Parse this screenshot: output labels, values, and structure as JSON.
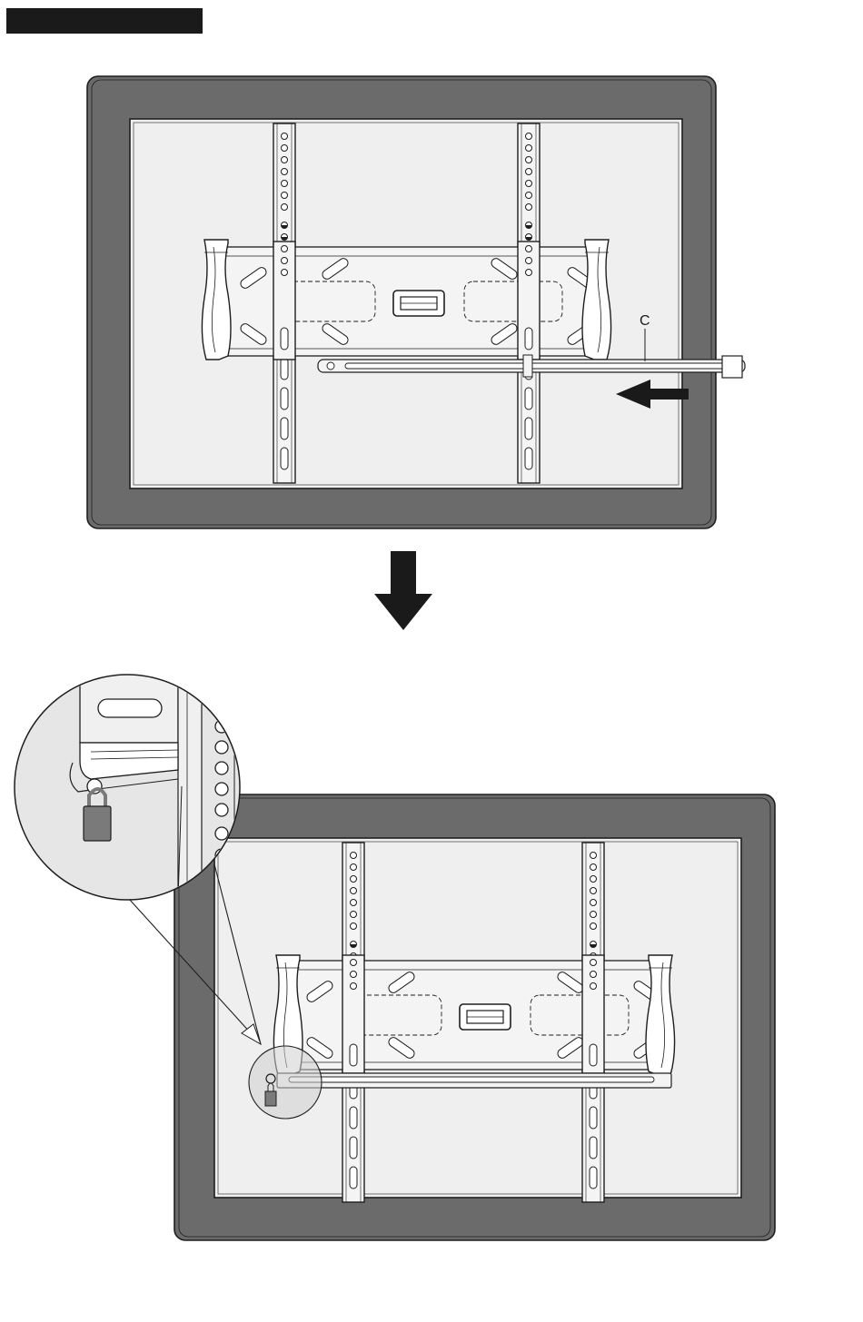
{
  "callout": {
    "part_label": "C"
  },
  "colors": {
    "frame": "#6b6b6b",
    "panel": "#efefef",
    "bracket": "#f4f4f4",
    "line": "#1e1e1e",
    "header_bar": "#1a1a1a",
    "zoom_bg": "#e6e6e6",
    "padlock": "#7a7a7a"
  },
  "icons": {
    "step_arrow": "down-arrow-icon",
    "insert_arrow": "left-arrow-icon",
    "lock": "padlock-icon"
  },
  "steps": [
    {
      "id": "insert-safety-bar",
      "shows_arrow": "left"
    },
    {
      "id": "lock-safety-bar",
      "shows_zoom": true
    }
  ]
}
